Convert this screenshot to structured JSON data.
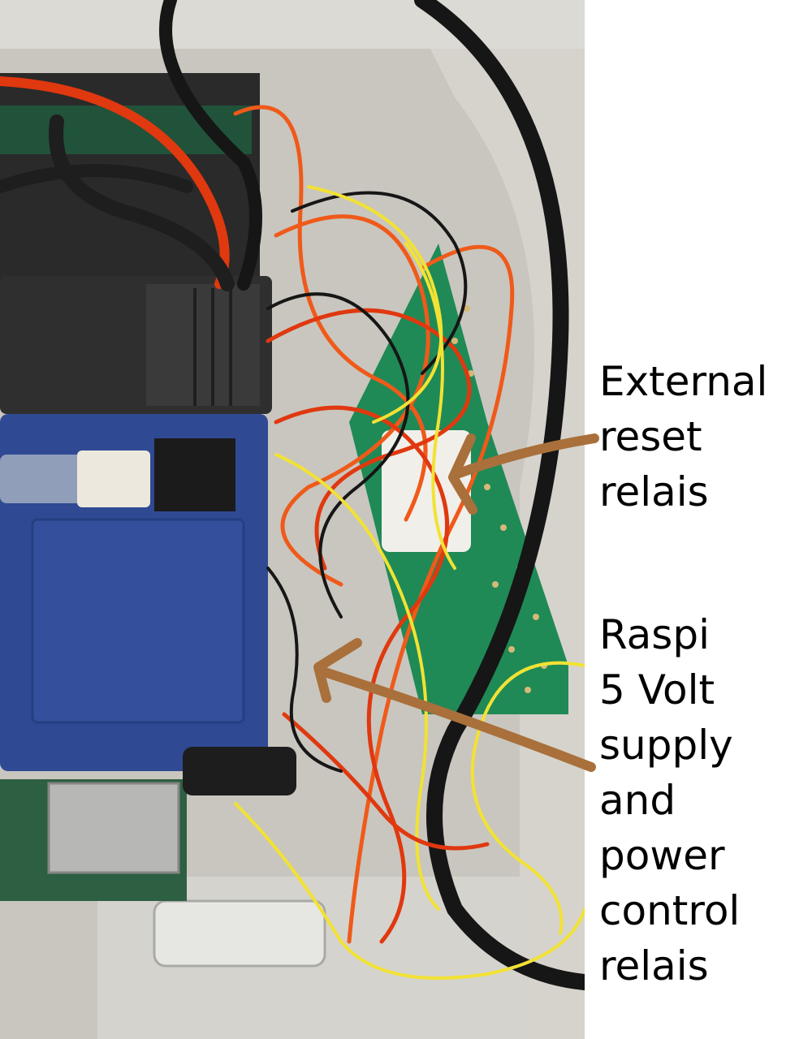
{
  "photo": {
    "subject": "wiring-box",
    "colors": {
      "box_plastic": "#c9c6bf",
      "psu_blue": "#2f4a93",
      "perfboard_green": "#1f8a56",
      "wire_red": "#e0380f",
      "wire_orange": "#ef5a1a",
      "wire_yellow": "#f2e233",
      "wire_black": "#161616",
      "arrow_brown": "#a9703b"
    }
  },
  "annotations": {
    "reset_relay": {
      "lines": [
        "External",
        "reset",
        "relais"
      ]
    },
    "power_relay": {
      "lines": [
        "Raspi",
        "5 Volt",
        "supply",
        "and",
        "power",
        "control",
        "relais"
      ]
    }
  }
}
